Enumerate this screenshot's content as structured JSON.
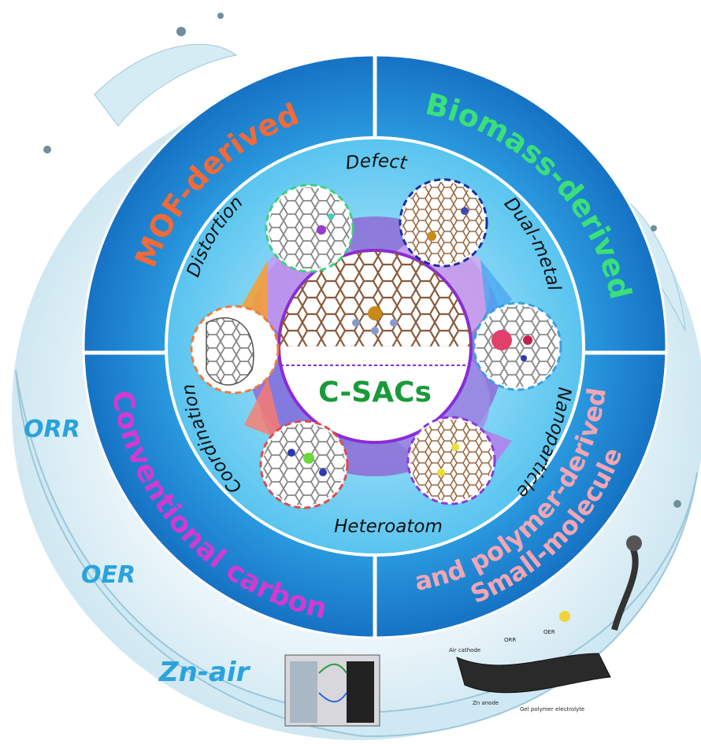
{
  "center": {
    "title": "C-SACs"
  },
  "quadrants": {
    "top_left": "MOF-derived",
    "top_right": "Biomass-derived",
    "bottom_left": "Conventional carbon",
    "bottom_right_line1": "Small-molecule",
    "bottom_right_line2": "and polymer-derived"
  },
  "strategies": {
    "defect": "Defect",
    "dual_metal": "Dual-metal",
    "nanoparticle": "Nanoparticle",
    "heteroatom": "Heteroatom",
    "coordination": "Coordination",
    "distortion": "Distortion"
  },
  "applications": {
    "orr": "ORR",
    "oer": "OER",
    "zn_air": "Zn-air"
  },
  "device_labels": {
    "air_cathode": "Air cathode",
    "zn_anode": "Zn anode",
    "gel_polymer_electrolyte": "Gel polymer electrolyte",
    "orr": "ORR",
    "oer": "OER"
  },
  "colors": {
    "outer_ring": "#1f8fd8",
    "mof": "#f06a3a",
    "biomass": "#3be07a",
    "conventional": "#d23ad2",
    "small_molecule": "#f2a6b4",
    "center_text": "#1a9a3a",
    "application_text": "#2aa3dd"
  }
}
